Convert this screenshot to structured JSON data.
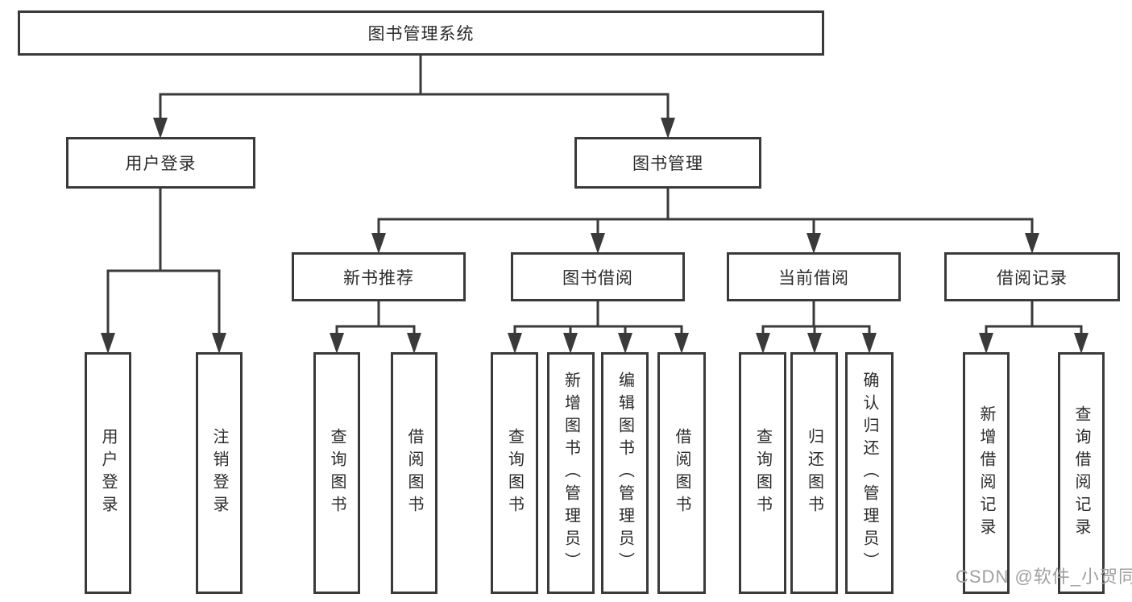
{
  "diagram": {
    "root": "图书管理系统",
    "user_login": {
      "label": "用户登录",
      "children": {
        "login": "用户登录",
        "logout": "注销登录"
      }
    },
    "book_mgmt": {
      "label": "图书管理",
      "new_book_rec": {
        "label": "新书推荐",
        "children": {
          "query_book": "查询图书",
          "borrow_book": "借阅图书"
        }
      },
      "book_borrow": {
        "label": "图书借阅",
        "children": {
          "query_book": "查询图书",
          "add_book": "新增图书（管理员）",
          "edit_book": "编辑图书（管理员）",
          "borrow_book": "借阅图书"
        }
      },
      "current_borrow": {
        "label": "当前借阅",
        "children": {
          "query_book": "查询图书",
          "return_book": "归还图书",
          "confirm_return": "确认归还（管理员）"
        }
      },
      "borrow_record": {
        "label": "借阅记录",
        "children": {
          "add_record": "新增借阅记录",
          "query_record": "查询借阅记录"
        }
      }
    }
  },
  "watermark": {
    "text": "CSDN @软件_小贺同学"
  },
  "colors": {
    "line": "#3a3a3a",
    "text": "#2b2b2b",
    "background": "#ffffff",
    "watermark": "#a0a0a0"
  }
}
